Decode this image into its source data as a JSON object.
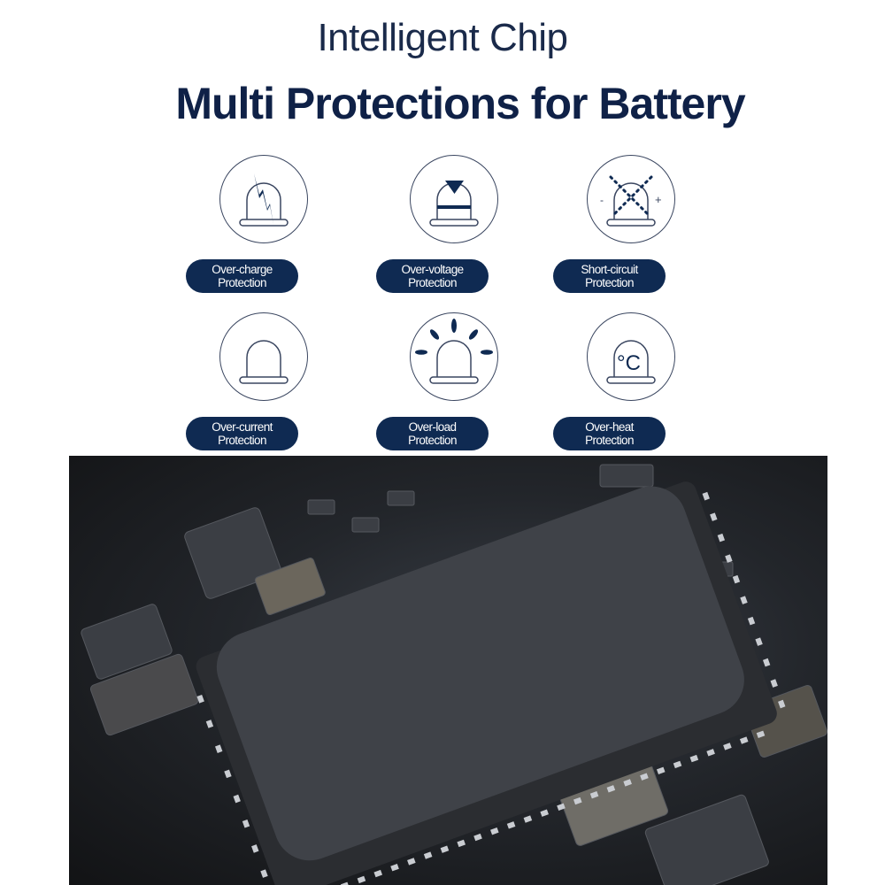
{
  "header": {
    "title": "Intelligent Chip",
    "subtitle": "Multi Protections for Battery"
  },
  "protections": [
    {
      "icon": "lightning-dome-icon",
      "line1": "Over-charge",
      "line2": "Protection"
    },
    {
      "icon": "voltage-dome-icon",
      "line1": "Over-voltage",
      "line2": "Protection"
    },
    {
      "icon": "short-circuit-dome-icon",
      "line1": "Short-circuit",
      "line2": "Protection",
      "minus": "-",
      "plus": "+"
    },
    {
      "icon": "dome-icon",
      "line1": "Over-current",
      "line2": "Protection"
    },
    {
      "icon": "alarm-dome-icon",
      "line1": "Over-load",
      "line2": "Protection"
    },
    {
      "icon": "temperature-dome-icon",
      "line1": "Over-heat",
      "line2": "Protection",
      "symbol": "°C"
    }
  ],
  "colors": {
    "navy": "#0f2a52",
    "title": "#1a2a4a"
  }
}
